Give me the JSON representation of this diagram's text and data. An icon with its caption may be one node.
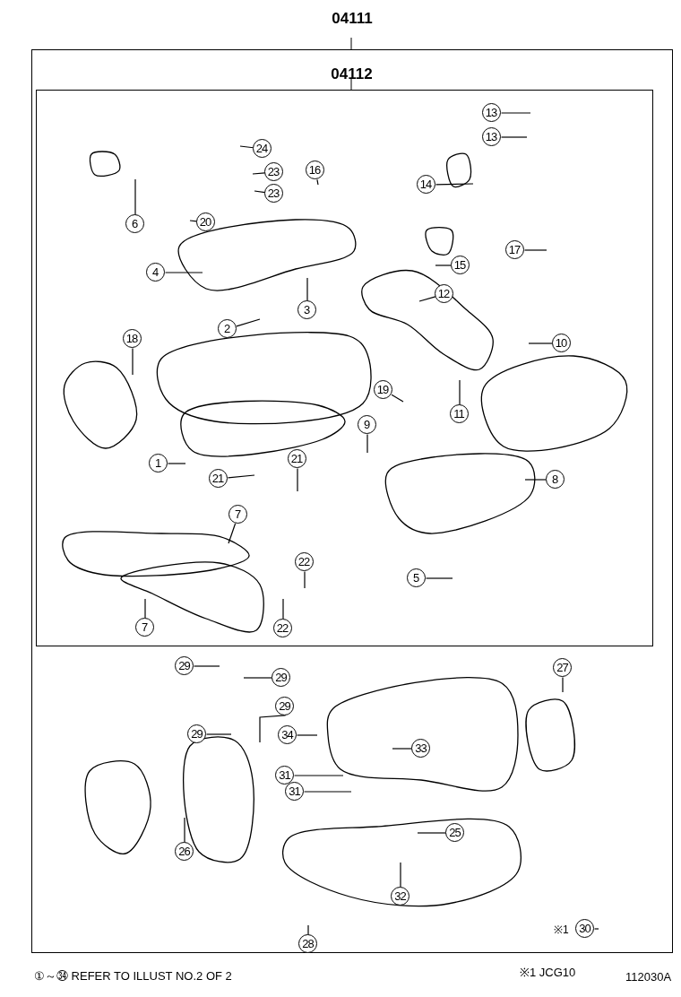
{
  "diagram": {
    "nodes": [
      {
        "text": [
          "04111"
        ]
      },
      {
        "text": [
          "04112"
        ],
        "in": 0
      },
      {
        "text": [
          "13"
        ],
        "in": 1
      },
      {
        "text": [
          "13"
        ],
        "in": 1
      },
      {
        "text": [
          "24"
        ],
        "in": 1
      },
      {
        "text": [
          "16"
        ],
        "in": 1
      },
      {
        "text": [
          "23"
        ],
        "in": 1
      },
      {
        "text": [
          "23"
        ],
        "in": 1
      },
      {
        "text": [
          "6"
        ],
        "in": 1
      },
      {
        "text": [
          "20"
        ],
        "in": 1
      },
      {
        "text": [
          "14"
        ],
        "in": 1
      },
      {
        "text": [
          "17"
        ],
        "in": 1
      },
      {
        "text": [
          "15"
        ],
        "in": 1
      },
      {
        "text": [
          "4"
        ],
        "in": 1
      },
      {
        "text": [
          "12"
        ],
        "in": 1
      },
      {
        "text": [
          "3"
        ],
        "in": 1
      },
      {
        "text": [
          "2"
        ],
        "in": 1
      },
      {
        "text": [
          "18"
        ],
        "in": 1
      },
      {
        "text": [
          "10"
        ],
        "in": 1
      },
      {
        "text": [
          "19"
        ],
        "in": 1
      },
      {
        "text": [
          "11"
        ],
        "in": 1
      },
      {
        "text": [
          "9"
        ],
        "in": 1
      },
      {
        "text": [
          "1"
        ],
        "in": 1
      },
      {
        "text": [
          "21"
        ],
        "in": 1
      },
      {
        "text": [
          "21"
        ],
        "in": 1
      },
      {
        "text": [
          "8"
        ],
        "in": 1
      },
      {
        "text": [
          "7"
        ],
        "in": 1
      },
      {
        "text": [
          "22"
        ],
        "in": 1
      },
      {
        "text": [
          "5"
        ],
        "in": 1
      },
      {
        "text": [
          "7"
        ],
        "in": 1
      },
      {
        "text": [
          "22"
        ],
        "in": 1
      },
      {
        "text": [
          "29"
        ],
        "in": 0
      },
      {
        "text": [
          "29"
        ],
        "in": 0
      },
      {
        "text": [
          "27"
        ],
        "in": 0
      },
      {
        "text": [
          "29"
        ],
        "in": 0
      },
      {
        "text": [
          "29"
        ],
        "in": 0
      },
      {
        "text": [
          "34"
        ],
        "in": 0
      },
      {
        "text": [
          "33"
        ],
        "in": 0
      },
      {
        "text": [
          "31"
        ],
        "in": 0
      },
      {
        "text": [
          "31"
        ],
        "in": 0
      },
      {
        "text": [
          "26"
        ],
        "in": 0
      },
      {
        "text": [
          "25"
        ],
        "in": 0
      },
      {
        "text": [
          "32"
        ],
        "in": 0
      },
      {
        "text": [
          "28"
        ],
        "in": 0
      },
      {
        "text": [
          "30"
        ],
        "in": 0,
        "beside": [
          "※1"
        ]
      }
    ],
    "edges": [
      {
        "from": 2,
        "to": null,
        "arrow": "none"
      },
      {
        "from": 3,
        "to": null,
        "arrow": "none"
      },
      {
        "from": 4,
        "to": null,
        "arrow": "none"
      },
      {
        "from": 5,
        "to": null,
        "arrow": "none"
      },
      {
        "from": 6,
        "to": null,
        "arrow": "none"
      },
      {
        "from": 7,
        "to": null,
        "arrow": "none"
      },
      {
        "from": 8,
        "to": null,
        "arrow": "none"
      },
      {
        "from": 9,
        "to": null,
        "arrow": "none"
      },
      {
        "from": 10,
        "to": null,
        "arrow": "none"
      },
      {
        "from": 11,
        "to": null,
        "arrow": "none"
      },
      {
        "from": 12,
        "to": null,
        "arrow": "none"
      },
      {
        "from": 13,
        "to": null,
        "arrow": "none"
      },
      {
        "from": 14,
        "to": null,
        "arrow": "none"
      },
      {
        "from": 15,
        "to": null,
        "arrow": "none"
      },
      {
        "from": 16,
        "to": null,
        "arrow": "none"
      },
      {
        "from": 17,
        "to": null,
        "arrow": "none"
      },
      {
        "from": 18,
        "to": null,
        "arrow": "none"
      },
      {
        "from": 19,
        "to": null,
        "arrow": "none"
      },
      {
        "from": 20,
        "to": null,
        "arrow": "none"
      },
      {
        "from": 21,
        "to": null,
        "arrow": "none"
      },
      {
        "from": 22,
        "to": null,
        "arrow": "none"
      },
      {
        "from": 23,
        "to": null,
        "arrow": "none"
      },
      {
        "from": 24,
        "to": null,
        "arrow": "none"
      },
      {
        "from": 25,
        "to": null,
        "arrow": "none"
      },
      {
        "from": 26,
        "to": null,
        "arrow": "none"
      },
      {
        "from": 27,
        "to": null,
        "arrow": "none"
      },
      {
        "from": 28,
        "to": null,
        "arrow": "none"
      },
      {
        "from": 29,
        "to": null,
        "arrow": "none"
      },
      {
        "from": 30,
        "to": null,
        "arrow": "none"
      },
      {
        "from": 31,
        "to": null,
        "arrow": "none"
      },
      {
        "from": 32,
        "to": null,
        "arrow": "none"
      },
      {
        "from": 33,
        "to": null,
        "arrow": "none"
      },
      {
        "from": 34,
        "to": null,
        "arrow": "none"
      },
      {
        "from": 35,
        "to": null,
        "arrow": "none"
      },
      {
        "from": 36,
        "to": null,
        "arrow": "none"
      },
      {
        "from": 37,
        "to": null,
        "arrow": "none"
      },
      {
        "from": 38,
        "to": null,
        "arrow": "none"
      },
      {
        "from": 39,
        "to": null,
        "arrow": "none"
      },
      {
        "from": 40,
        "to": null,
        "arrow": "none"
      },
      {
        "from": 41,
        "to": null,
        "arrow": "none"
      },
      {
        "from": 42,
        "to": null,
        "arrow": "none"
      },
      {
        "from": 43,
        "to": null,
        "arrow": "none"
      },
      {
        "from": 44,
        "to": null,
        "arrow": "none"
      }
    ],
    "labels": [
      "①～㉞ REFER TO ILLUST NO.2 OF 2",
      "※1 JCG10",
      "112030A"
    ]
  }
}
